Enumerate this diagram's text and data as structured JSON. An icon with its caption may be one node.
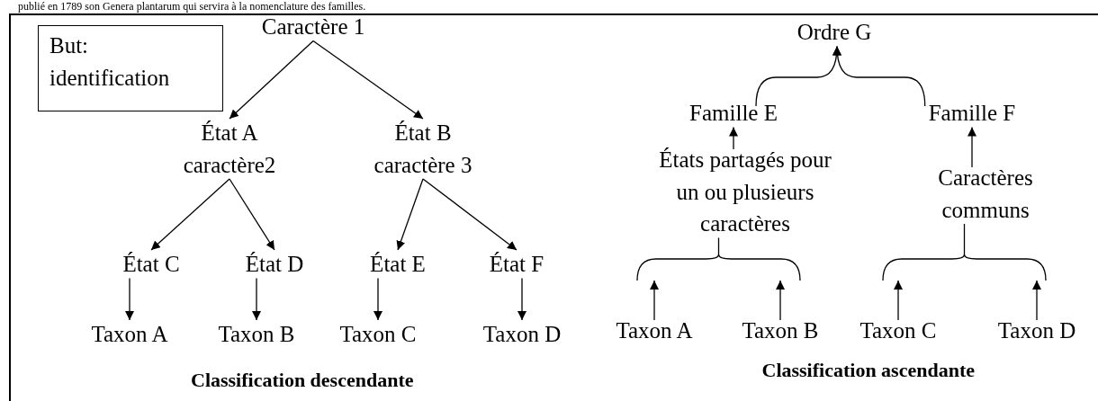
{
  "diagram": {
    "nodes": [
      {
        "text": [
          "But: identification"
        ]
      },
      {
        "text": [
          "Caractère 1"
        ]
      },
      {
        "text": [
          "État A caractère2"
        ]
      },
      {
        "text": [
          "État B caractère 3"
        ]
      },
      {
        "text": [
          "État C"
        ]
      },
      {
        "text": [
          "État D"
        ]
      },
      {
        "text": [
          "État E"
        ]
      },
      {
        "text": [
          "État F"
        ]
      },
      {
        "text": [
          "Taxon A"
        ]
      },
      {
        "text": [
          "Taxon B"
        ]
      },
      {
        "text": [
          "Taxon C"
        ]
      },
      {
        "text": [
          "Taxon D"
        ]
      },
      {
        "text": [
          "Ordre G"
        ]
      },
      {
        "text": [
          "Famille E"
        ]
      },
      {
        "text": [
          "Famille F"
        ]
      },
      {
        "text": [
          "États partagés pour un ou plusieurs caractères"
        ]
      },
      {
        "text": [
          "Caractères communs"
        ]
      },
      {
        "text": [
          "Taxon A"
        ]
      },
      {
        "text": [
          "Taxon B"
        ]
      },
      {
        "text": [
          "Taxon C"
        ]
      },
      {
        "text": [
          "Taxon D"
        ]
      },
      {
        "text": [],
        "shape": "brace"
      },
      {
        "text": [],
        "shape": "brace"
      }
    ],
    "edges": [
      {
        "from": 1,
        "to": 2,
        "arrow": "to"
      },
      {
        "from": 1,
        "to": 3,
        "arrow": "to"
      },
      {
        "from": 2,
        "to": 4,
        "arrow": "to"
      },
      {
        "from": 2,
        "to": 5,
        "arrow": "to"
      },
      {
        "from": 3,
        "to": 6,
        "arrow": "to"
      },
      {
        "from": 3,
        "to": 7,
        "arrow": "to"
      },
      {
        "from": 4,
        "to": 8,
        "arrow": "to"
      },
      {
        "from": 5,
        "to": 9,
        "arrow": "to"
      },
      {
        "from": 6,
        "to": 10,
        "arrow": "to"
      },
      {
        "from": 7,
        "to": 11,
        "arrow": "to"
      },
      {
        "from": 13,
        "to": 12,
        "arrow": "to"
      },
      {
        "from": 14,
        "to": 12,
        "arrow": "to"
      },
      {
        "from": 15,
        "to": 13,
        "arrow": "to"
      },
      {
        "from": 16,
        "to": 14,
        "arrow": "to"
      },
      {
        "from": 17,
        "to": 21,
        "arrow": "to"
      },
      {
        "from": 18,
        "to": 21,
        "arrow": "to"
      },
      {
        "from": 19,
        "to": 22,
        "arrow": "to"
      },
      {
        "from": 20,
        "to": 22,
        "arrow": "to"
      },
      {
        "from": 21,
        "to": 15,
        "arrow": "none"
      },
      {
        "from": 22,
        "to": 16,
        "arrow": "none"
      }
    ],
    "labels": [
      "publié en 1789 son Genera plantarum qui servira à la nomenclature des familles.",
      "Classification descendante",
      "Classification ascendante"
    ]
  }
}
